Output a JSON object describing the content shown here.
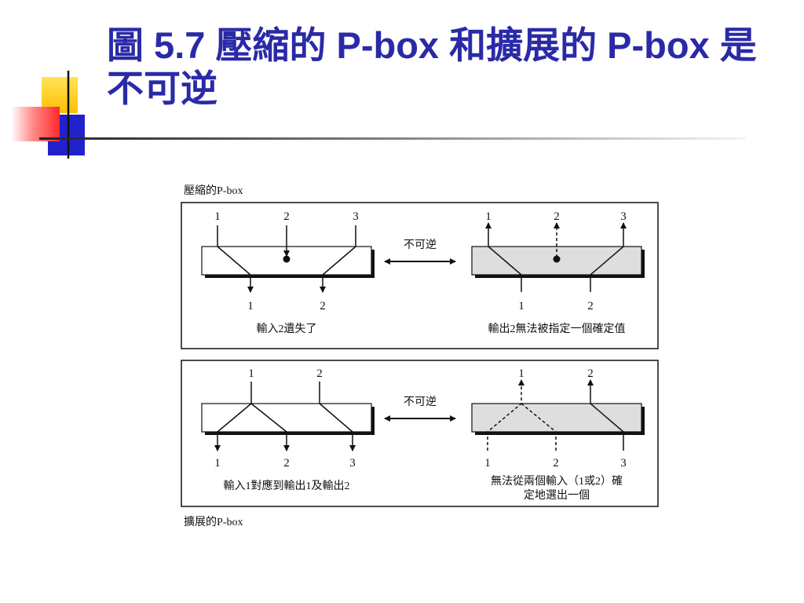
{
  "title": "圖 5.7  壓縮的 P-box 和擴展的 P-box 是不可逆",
  "colors": {
    "title": "#2a2aa8",
    "deco_yellow": "#ffcc00",
    "deco_blue": "#2222cc",
    "deco_red": "#ff3333",
    "box_fill": "#dedede"
  },
  "figure": {
    "top_caption": "壓縮的P-box",
    "bottom_caption": "擴展的P-box",
    "compression": {
      "arrow_label": "不可逆",
      "left": {
        "inputs": [
          "1",
          "2",
          "3"
        ],
        "outputs": [
          "1",
          "2"
        ],
        "caption": "輸入2遺失了"
      },
      "right": {
        "inputs": [
          "1",
          "2",
          "3"
        ],
        "outputs": [
          "1",
          "2"
        ],
        "caption": "輸出2無法被指定一個確定值"
      }
    },
    "expansion": {
      "arrow_label": "不可逆",
      "left": {
        "inputs": [
          "1",
          "2"
        ],
        "outputs": [
          "1",
          "2",
          "3"
        ],
        "caption": "輸入1對應到輸出1及輸出2"
      },
      "right": {
        "inputs": [
          "1",
          "2"
        ],
        "outputs": [
          "1",
          "2",
          "3"
        ],
        "caption_line1": "無法從兩個輸入（1或2）確",
        "caption_line2": "定地選出一個"
      }
    }
  }
}
